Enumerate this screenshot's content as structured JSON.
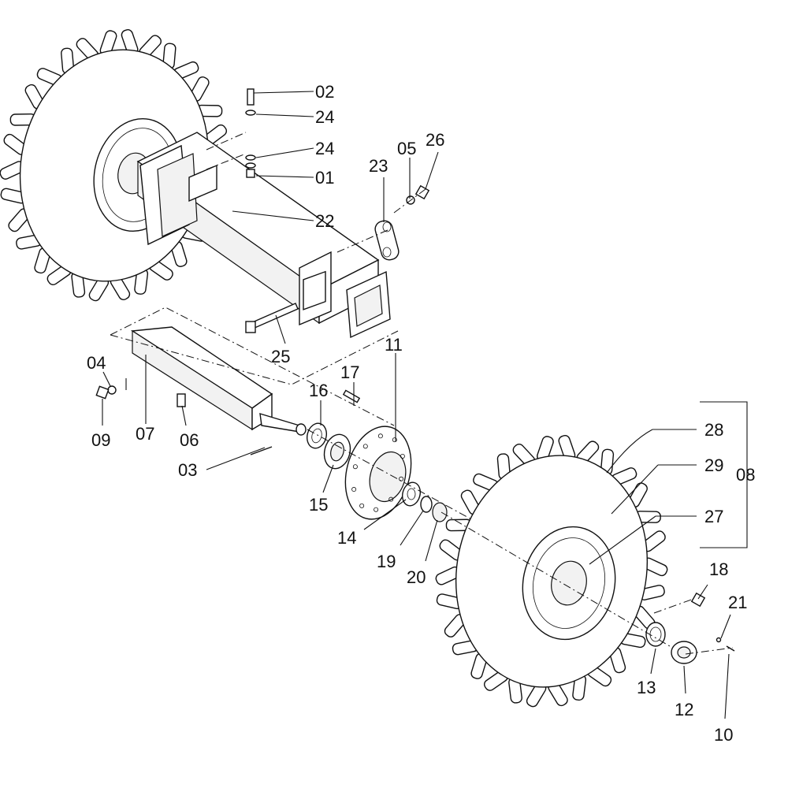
{
  "labels": {
    "p01": "01",
    "p02": "02",
    "p03": "03",
    "p04": "04",
    "p05": "05",
    "p06": "06",
    "p07": "07",
    "p08": "08",
    "p09": "09",
    "p10": "10",
    "p11": "11",
    "p12": "12",
    "p13": "13",
    "p14": "14",
    "p15": "15",
    "p16": "16",
    "p17": "17",
    "p18": "18",
    "p19": "19",
    "p20": "20",
    "p21": "21",
    "p22": "22",
    "p23": "23",
    "p24a": "24",
    "p24b": "24",
    "p25": "25",
    "p26": "26",
    "p27": "27",
    "p28": "28",
    "p29": "29"
  },
  "colors": {
    "line": "#111111",
    "background": "#ffffff"
  }
}
